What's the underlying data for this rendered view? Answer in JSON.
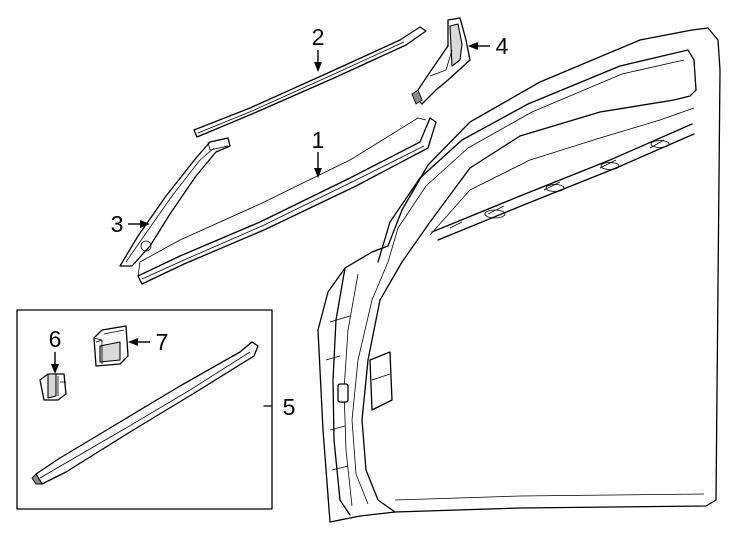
{
  "callouts": {
    "c1": "1",
    "c2": "2",
    "c3": "3",
    "c4": "4",
    "c5": "5",
    "c6": "6",
    "c7": "7"
  },
  "colors": {
    "line": "#000000",
    "background": "#ffffff",
    "shade": "#d9d9d9"
  }
}
